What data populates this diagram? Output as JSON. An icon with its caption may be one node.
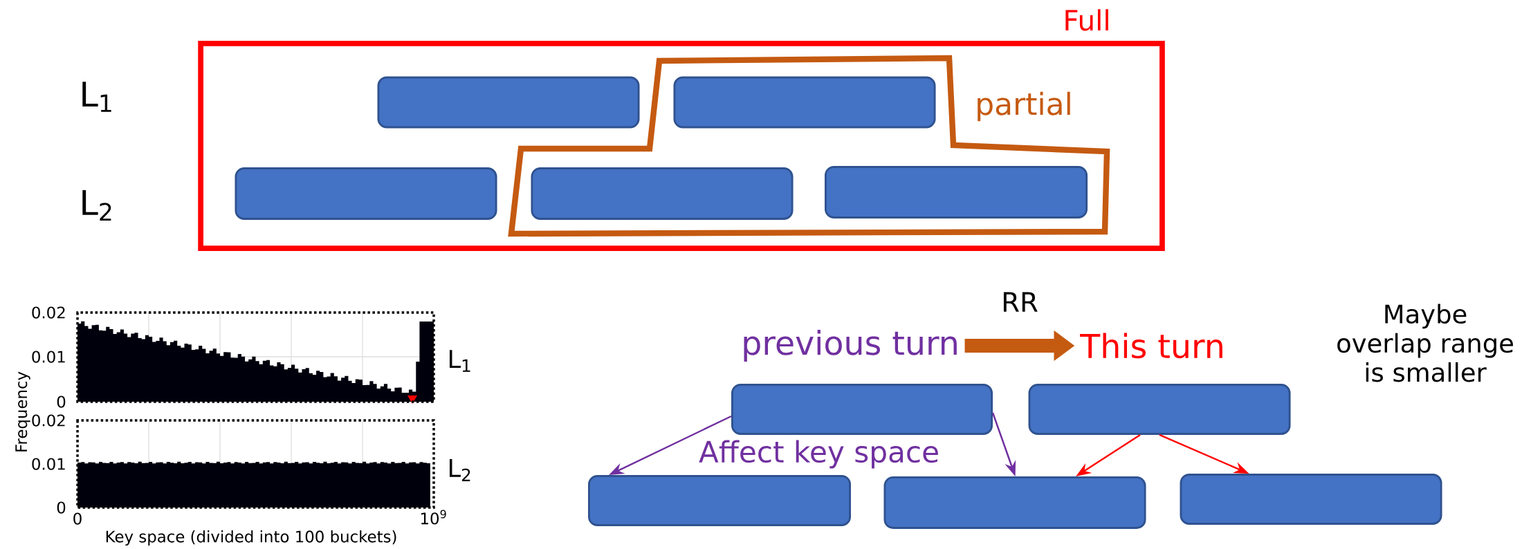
{
  "diagram": {
    "nodes": [
      {
        "text": [
          "Full"
        ]
      },
      {
        "text": [
          "partial"
        ],
        "in": 0
      },
      {
        "text": [],
        "shape": "box",
        "in": 0
      },
      {
        "text": [],
        "shape": "box",
        "in": 1
      },
      {
        "text": [],
        "shape": "box",
        "in": 0
      },
      {
        "text": [],
        "shape": "box",
        "in": 1
      },
      {
        "text": [],
        "shape": "box",
        "in": 1
      },
      {
        "text": [],
        "shape": "box"
      },
      {
        "text": [],
        "shape": "box"
      },
      {
        "text": [],
        "shape": "box"
      },
      {
        "text": [],
        "shape": "box"
      },
      {
        "text": [],
        "shape": "box"
      },
      {
        "text": [
          "previous turn"
        ]
      },
      {
        "text": [
          "This turn"
        ]
      }
    ],
    "edges": [
      {
        "from": 7,
        "to": 9,
        "arrow": "to",
        "color": "#7030a0"
      },
      {
        "from": 7,
        "to": 10,
        "arrow": "to",
        "color": "#7030a0"
      },
      {
        "from": 8,
        "to": 10,
        "arrow": "to",
        "color": "#ff0000"
      },
      {
        "from": 8,
        "to": 11,
        "arrow": "to",
        "color": "#ff0000"
      },
      {
        "from": 12,
        "to": 13,
        "arrow": "to",
        "label": "RR",
        "style": "thick",
        "color": "#c55a11"
      }
    ],
    "labels": [
      "L$_{1}$",
      "L$_{2}$",
      "0.02",
      "0.01",
      "0",
      "L$_{1}$",
      "0.02",
      "0.01",
      "0",
      "L$_{2}$",
      "Frequency",
      "0",
      "10$^{9}$",
      "Key space (divided into 100 buckets)",
      "Affect key space",
      "Maybe overlap range is smaller"
    ]
  }
}
